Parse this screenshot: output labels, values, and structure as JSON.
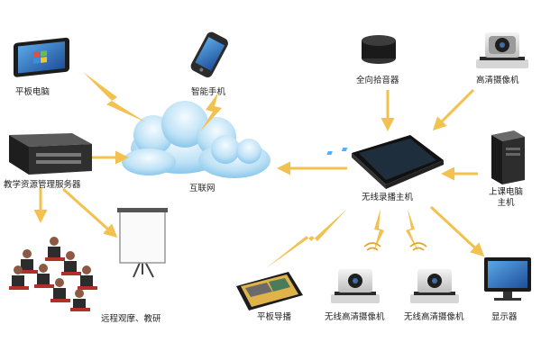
{
  "labels": {
    "tablet_pc": "平板电脑",
    "smartphone": "智能手机",
    "server": "教学资源管理服务器",
    "internet": "互联网",
    "remote_view": "远程观摩、教研",
    "mic": "全向拾音器",
    "hd_camera_top": "高清摄像机",
    "recorder_host": "无线录播主机",
    "classroom_pc_line1": "上课电脑",
    "classroom_pc_line2": "主机",
    "tablet_director": "平板导播",
    "wireless_cam_1": "无线高清摄像机",
    "wireless_cam_2": "无线高清摄像机",
    "monitor": "显示器"
  },
  "colors": {
    "arrow": "#F2C14E",
    "cloud_light": "#DDF0FA",
    "cloud_dark": "#7EC1E8",
    "device_dark": "#2A2A2A",
    "text": "#222222"
  }
}
